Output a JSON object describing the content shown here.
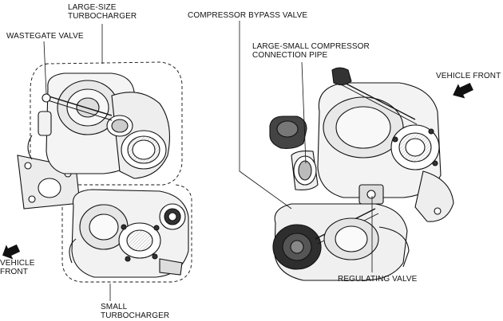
{
  "labels": {
    "large_turbo": [
      "LARGE-SIZE",
      "TURBOCHARGER"
    ],
    "wastegate": "WASTEGATE VALVE",
    "compressor_bypass": "COMPRESSOR BYPASS VALVE",
    "connection_pipe": [
      "LARGE-SMALL COMPRESSOR",
      "CONNECTION PIPE"
    ],
    "vehicle_front_right": [
      "VEHICLE FRONT"
    ],
    "vehicle_front_left": [
      "VEHICLE",
      "FRONT"
    ],
    "regulating_valve": "REGULATING VALVE",
    "small_turbo": [
      "SMALL",
      "TURBOCHARGER"
    ]
  },
  "colors": {
    "ink": "#111111",
    "shade": "#888888",
    "dark": "#2a2a2a"
  }
}
